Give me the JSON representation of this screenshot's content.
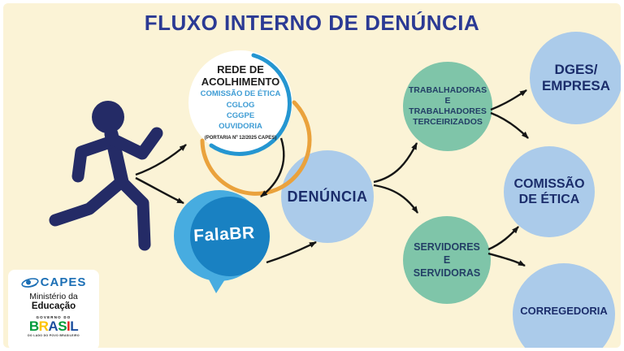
{
  "title": "FLUXO INTERNO DE DENÚNCIA",
  "rede": {
    "title_line1": "REDE DE",
    "title_line2": "ACOLHIMENTO",
    "items": [
      "COMISSÃO DE ÉTICA",
      "CGLOG",
      "CGGPE",
      "OUVIDORIA"
    ],
    "note": "(PORTARIA Nº 12/2025 CAPES)"
  },
  "falabr": {
    "label": "FalaBR"
  },
  "denuncia": {
    "label": "DENÚNCIA"
  },
  "origins": {
    "terceirizados": {
      "lines": [
        "TRABALHADORAS",
        "E",
        "TRABALHADORES",
        "TERCEIRIZADOS"
      ]
    },
    "servidores": {
      "lines": [
        "SERVIDORES",
        "E",
        "SERVIDORAS"
      ]
    }
  },
  "destinations": {
    "dges": {
      "lines": [
        "DGES/",
        "EMPRESA"
      ]
    },
    "comissao_etica": {
      "lines": [
        "COMISSÃO",
        "DE ÉTICA"
      ]
    },
    "corregedoria": {
      "label": "CORREGEDORIA"
    }
  },
  "flows": [
    {
      "from": "denunciante",
      "to": "rede-de-acolhimento"
    },
    {
      "from": "denunciante",
      "to": "falabr"
    },
    {
      "from": "rede-de-acolhimento",
      "to": "falabr"
    },
    {
      "from": "falabr",
      "to": "denuncia"
    },
    {
      "from": "denuncia",
      "to": "trabalhadoras-terceirizados"
    },
    {
      "from": "denuncia",
      "to": "servidores"
    },
    {
      "from": "trabalhadoras-terceirizados",
      "to": "dges-empresa"
    },
    {
      "from": "trabalhadoras-terceirizados",
      "to": "comissao-de-etica"
    },
    {
      "from": "servidores",
      "to": "comissao-de-etica"
    },
    {
      "from": "servidores",
      "to": "corregedoria"
    }
  ],
  "footer": {
    "agency": "CAPES",
    "ministry_line1": "Ministério da",
    "ministry_line2": "Educação",
    "government": "GOVERNO DO",
    "brasil_letters": [
      {
        "ch": "B",
        "style": "color:#009B3A"
      },
      {
        "ch": "R",
        "style": "color:#FDC300"
      },
      {
        "ch": "A",
        "style": "color:#1D4F9F"
      },
      {
        "ch": "S",
        "style": "color:#009B3A"
      },
      {
        "ch": "I",
        "style": "color:#E52521"
      },
      {
        "ch": "L",
        "style": "color:#1D4F9F"
      }
    ],
    "tagline": "DO LADO DO POVO BRASILEIRO"
  },
  "colors": {
    "background": "#FBF3D6",
    "title_blue": "#2B3A94",
    "navy": "#242B66",
    "circle_blue": "#ABCBEA",
    "circle_green": "#7FC5A9",
    "ring_orange": "#EAA23C",
    "ring_blue": "#2596D1",
    "falabr_light": "#47ACE0",
    "falabr_dark": "#1981C2",
    "capes_blue": "#1C6FB5"
  }
}
